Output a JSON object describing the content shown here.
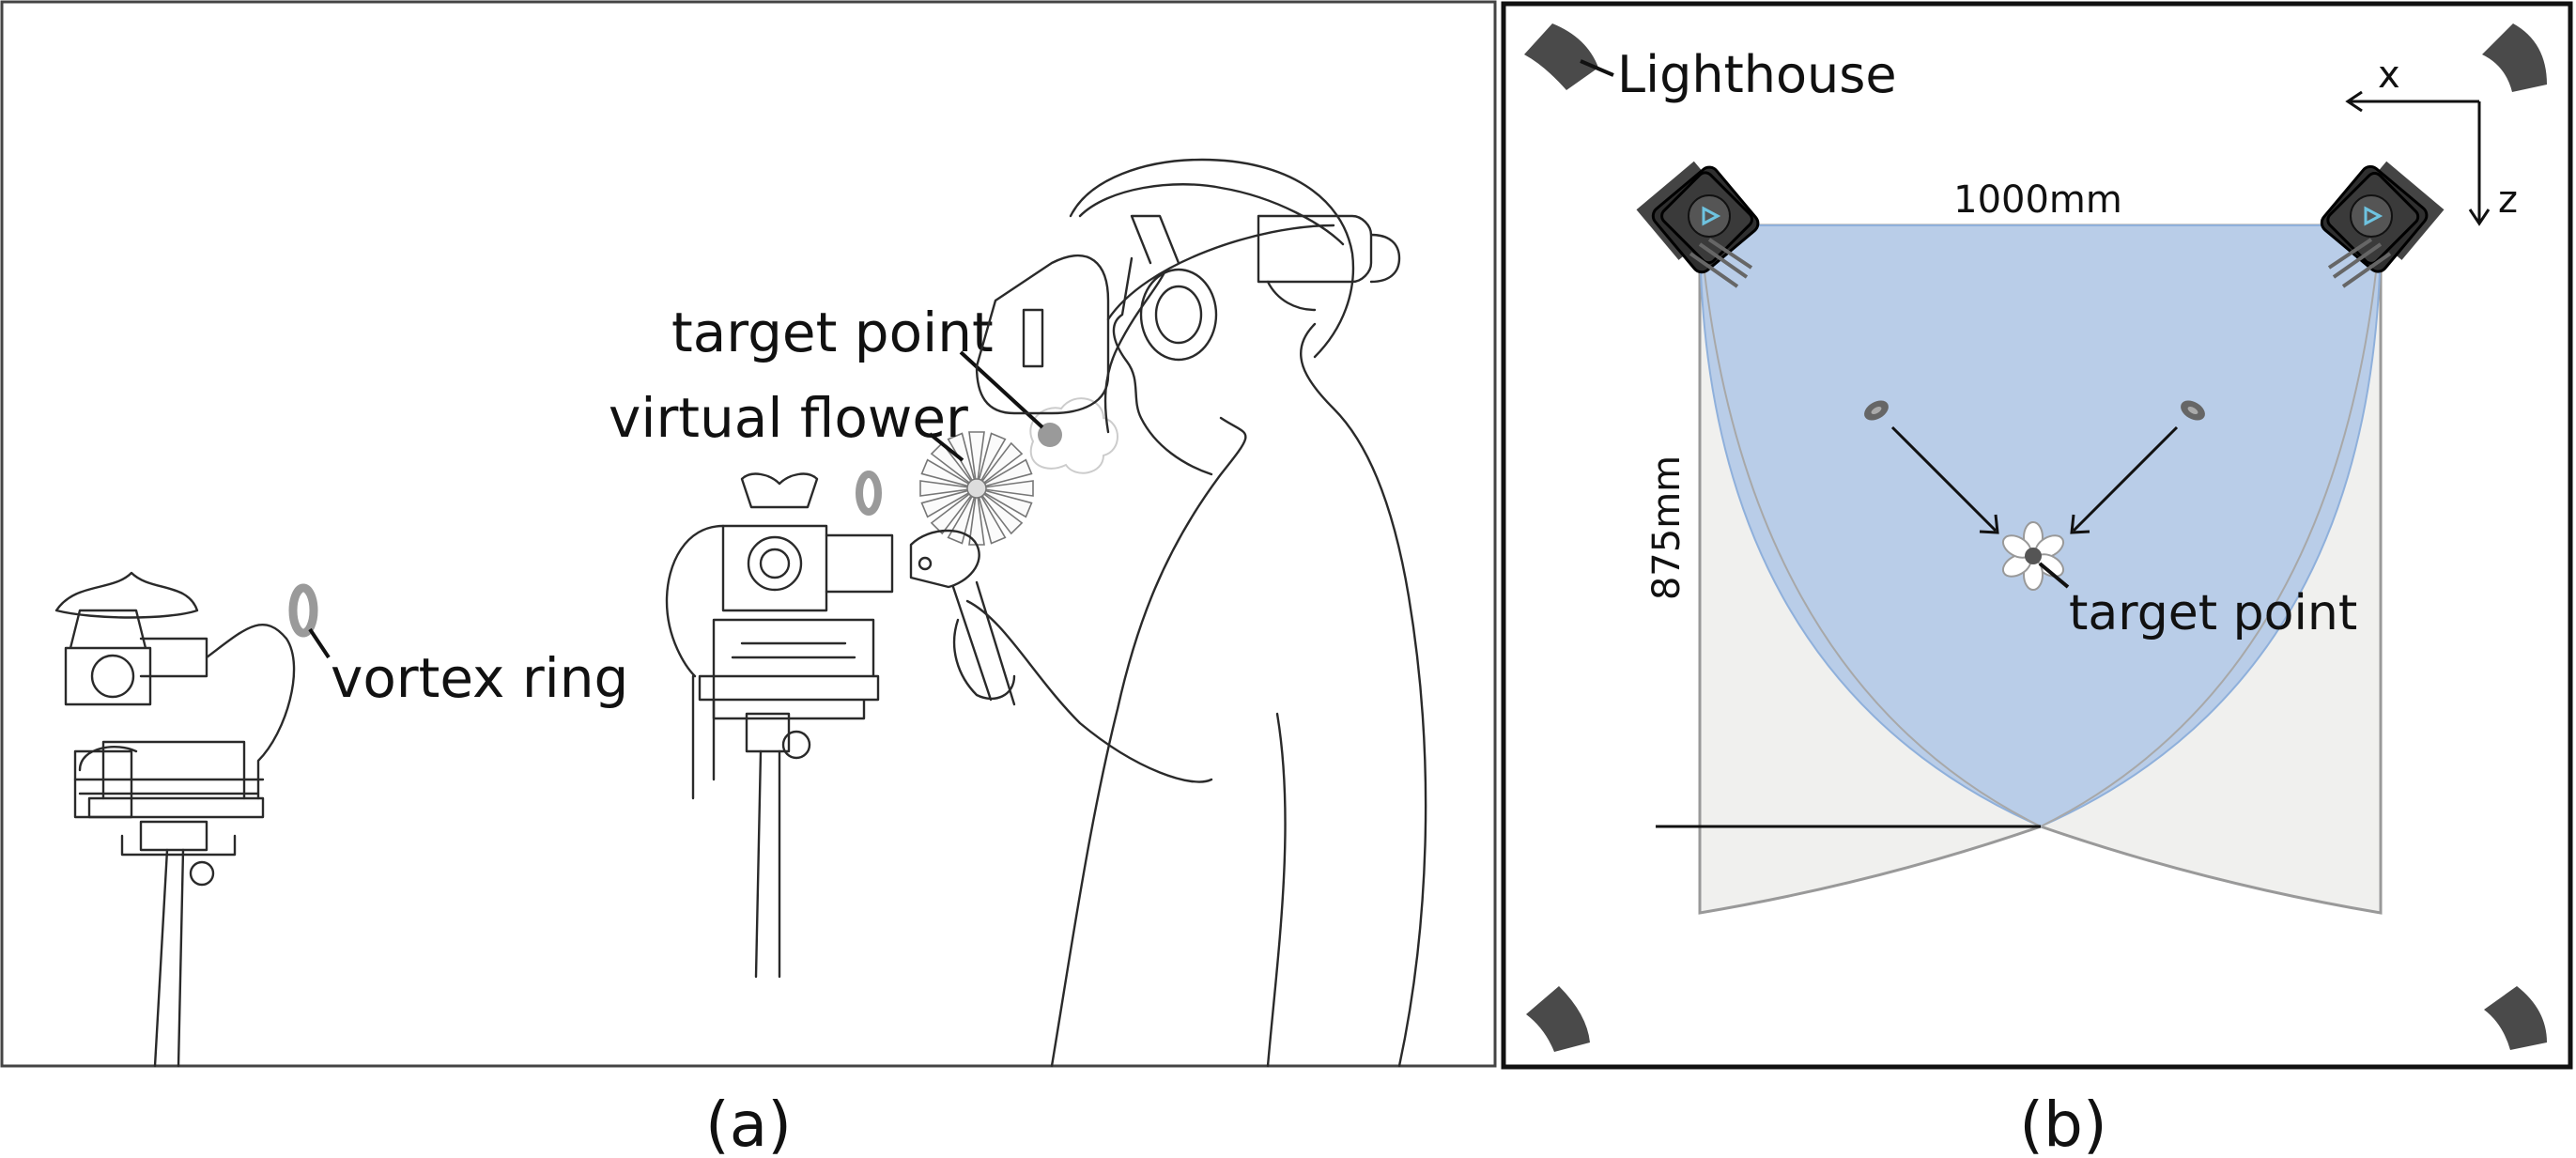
{
  "panel_a": {
    "caption": "(a)",
    "labels": {
      "target_point": "target point",
      "virtual_flower": "virtual flower",
      "vortex_ring": "vortex ring"
    }
  },
  "panel_b": {
    "caption": "(b)",
    "labels": {
      "lighthouse": "Lighthouse",
      "width": "1000mm",
      "depth": "875mm",
      "target_point": "target point",
      "axis_x": "x",
      "axis_z": "z"
    },
    "colors": {
      "overlap_region": "#b9cde8",
      "coverage_region": "#f0f0ee",
      "base_station": "#4a4a4a"
    }
  }
}
